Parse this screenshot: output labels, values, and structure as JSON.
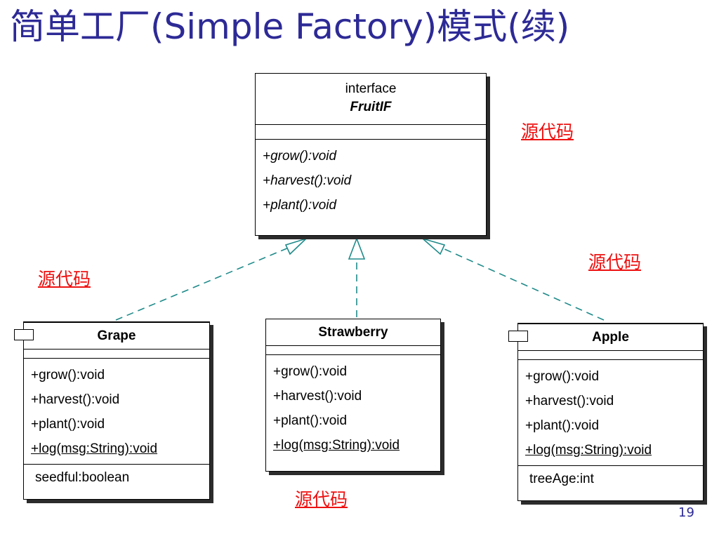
{
  "slide": {
    "title": "简单工厂(Simple Factory)模式(续)",
    "page_number": "19"
  },
  "interface_box": {
    "stereotype": "interface",
    "name": "FruitIF",
    "operations": [
      "+grow():void",
      "+harvest():void",
      "+plant():void"
    ]
  },
  "classes": {
    "grape": {
      "name": "Grape",
      "operations": [
        "+grow():void",
        "+harvest():void",
        "+plant():void",
        "+log(msg:String):void"
      ],
      "attributes": [
        "seedful:boolean"
      ]
    },
    "strawberry": {
      "name": "Strawberry",
      "operations": [
        "+grow():void",
        "+harvest():void",
        "+plant():void",
        "+log(msg:String):void"
      ]
    },
    "apple": {
      "name": "Apple",
      "operations": [
        "+grow():void",
        "+harvest():void",
        "+plant():void",
        "+log(msg:String):void"
      ],
      "attributes": [
        "treeAge:int"
      ]
    }
  },
  "links": {
    "interface_source": "源代码",
    "apple_source": "源代码",
    "grape_source": "源代码",
    "strawberry_source": "源代码"
  },
  "colors": {
    "title": "#2d2a96",
    "link": "#ee1111",
    "arrow": "#1f8a8a"
  }
}
